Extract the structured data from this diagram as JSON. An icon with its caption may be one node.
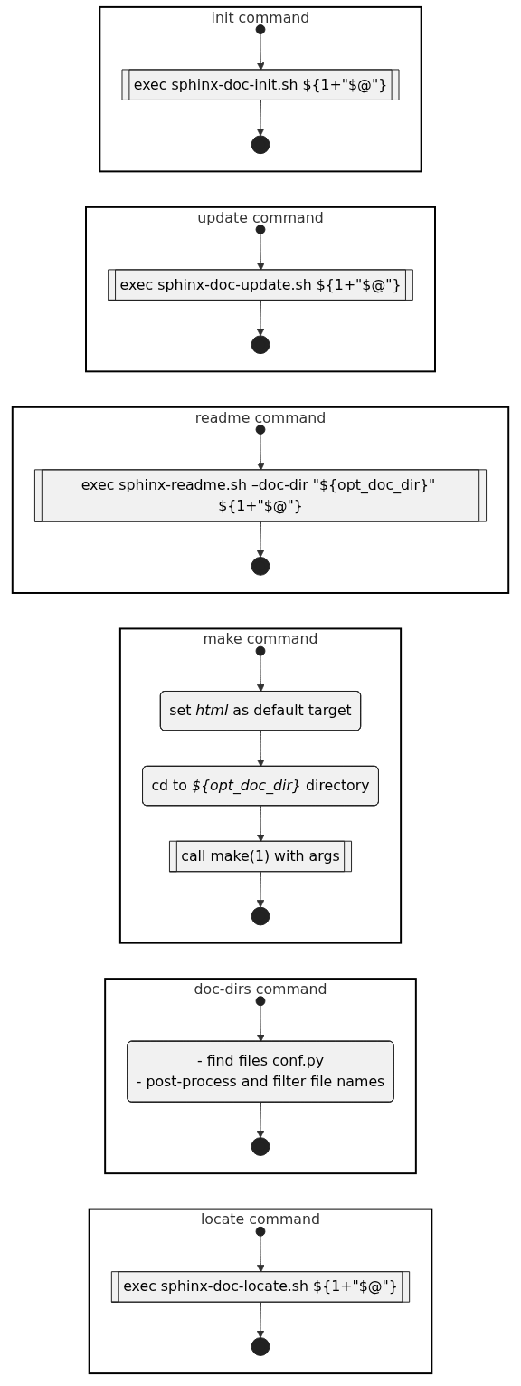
{
  "diagram": {
    "nodes": [
      {
        "text": [
          "init command"
        ]
      },
      {
        "text": [],
        "shape": "circle",
        "in": 0
      },
      {
        "text": [
          "exec sphinx-doc-init.sh ${1+\"$@\"}"
        ],
        "in": 0
      },
      {
        "text": [],
        "shape": "bullseye",
        "in": 0
      },
      {
        "text": [
          "update command"
        ]
      },
      {
        "text": [],
        "shape": "circle",
        "in": 4
      },
      {
        "text": [
          "exec sphinx-doc-update.sh ${1+\"$@\"}"
        ],
        "in": 4
      },
      {
        "text": [],
        "shape": "bullseye",
        "in": 4
      },
      {
        "text": [
          "readme command"
        ]
      },
      {
        "text": [],
        "shape": "circle",
        "in": 8
      },
      {
        "text": [
          "exec sphinx-readme.sh –doc-dir \"${opt_doc_dir}\" ${1+\"$@\"}"
        ],
        "in": 8
      },
      {
        "text": [],
        "shape": "bullseye",
        "in": 8
      },
      {
        "text": [
          "make command"
        ]
      },
      {
        "text": [],
        "shape": "circle",
        "in": 12
      },
      {
        "text": [
          "set *html* as default target"
        ],
        "in": 12
      },
      {
        "text": [
          "cd to *${opt_doc_dir}* directory"
        ],
        "in": 12
      },
      {
        "text": [
          "call make(1) with args"
        ],
        "in": 12
      },
      {
        "text": [],
        "shape": "bullseye",
        "in": 12
      },
      {
        "text": [
          "doc-dirs command"
        ]
      },
      {
        "text": [],
        "shape": "circle",
        "in": 18
      },
      {
        "text": [
          "- find files conf.py",
          "- post-process and filter file names"
        ],
        "in": 18
      },
      {
        "text": [],
        "shape": "bullseye",
        "in": 18
      },
      {
        "text": [
          "locate command"
        ]
      },
      {
        "text": [],
        "shape": "circle",
        "in": 22
      },
      {
        "text": [
          "exec sphinx-doc-locate.sh ${1+\"$@\"}"
        ],
        "in": 22
      },
      {
        "text": [],
        "shape": "bullseye",
        "in": 22
      }
    ],
    "edges": [
      {
        "from": 1,
        "to": 2,
        "arrow": "to"
      },
      {
        "from": 2,
        "to": 3,
        "arrow": "to"
      },
      {
        "from": 5,
        "to": 6,
        "arrow": "to"
      },
      {
        "from": 6,
        "to": 7,
        "arrow": "to"
      },
      {
        "from": 9,
        "to": 10,
        "arrow": "to"
      },
      {
        "from": 10,
        "to": 11,
        "arrow": "to"
      },
      {
        "from": 13,
        "to": 14,
        "arrow": "to"
      },
      {
        "from": 14,
        "to": 15,
        "arrow": "to"
      },
      {
        "from": 15,
        "to": 16,
        "arrow": "to"
      },
      {
        "from": 16,
        "to": 17,
        "arrow": "to"
      },
      {
        "from": 19,
        "to": 20,
        "arrow": "to"
      },
      {
        "from": 20,
        "to": 21,
        "arrow": "to"
      },
      {
        "from": 23,
        "to": 24,
        "arrow": "to"
      },
      {
        "from": 24,
        "to": 25,
        "arrow": "to"
      }
    ]
  }
}
